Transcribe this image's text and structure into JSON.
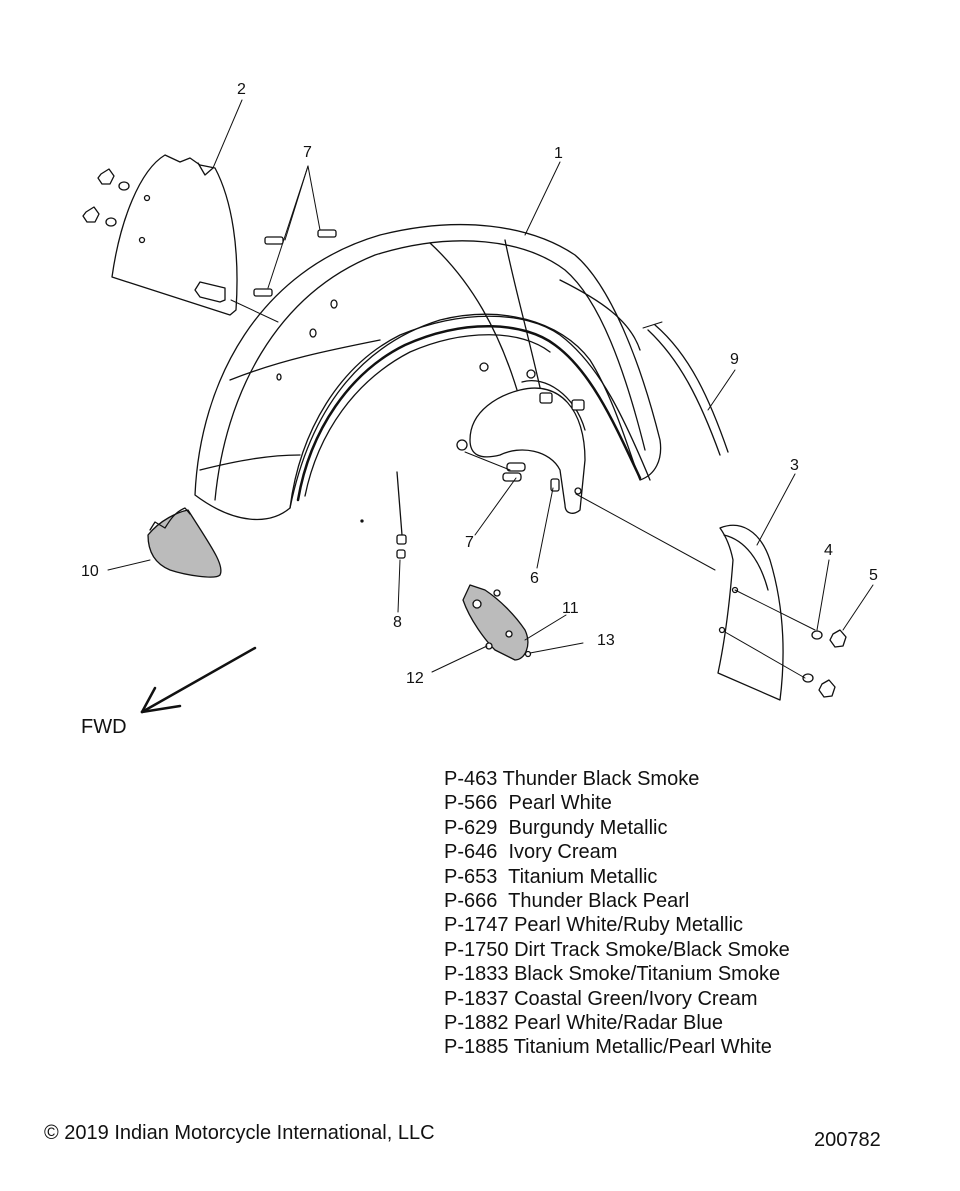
{
  "callouts": [
    "1",
    "2",
    "3",
    "4",
    "5",
    "6",
    "7",
    "7",
    "8",
    "9",
    "10",
    "11",
    "12",
    "13"
  ],
  "fwd_label": "FWD",
  "paint_codes": [
    {
      "code": "P-463",
      "name": "Thunder Black Smoke"
    },
    {
      "code": "P-566",
      "name": " Pearl White"
    },
    {
      "code": "P-629",
      "name": " Burgundy Metallic"
    },
    {
      "code": "P-646",
      "name": " Ivory Cream"
    },
    {
      "code": "P-653",
      "name": " Titanium Metallic"
    },
    {
      "code": "P-666",
      "name": " Thunder Black Pearl"
    },
    {
      "code": "P-1747",
      "name": "Pearl White/Ruby Metallic"
    },
    {
      "code": "P-1750",
      "name": "Dirt Track Smoke/Black Smoke"
    },
    {
      "code": "P-1833",
      "name": "Black Smoke/Titanium Smoke"
    },
    {
      "code": "P-1837",
      "name": "Coastal Green/Ivory Cream"
    },
    {
      "code": "P-1882",
      "name": "Pearl White/Radar Blue"
    },
    {
      "code": "P-1885",
      "name": "Titanium Metallic/Pearl White"
    }
  ],
  "copyright": "© 2019 Indian Motorcycle International, LLC",
  "diagram_id": "200782"
}
